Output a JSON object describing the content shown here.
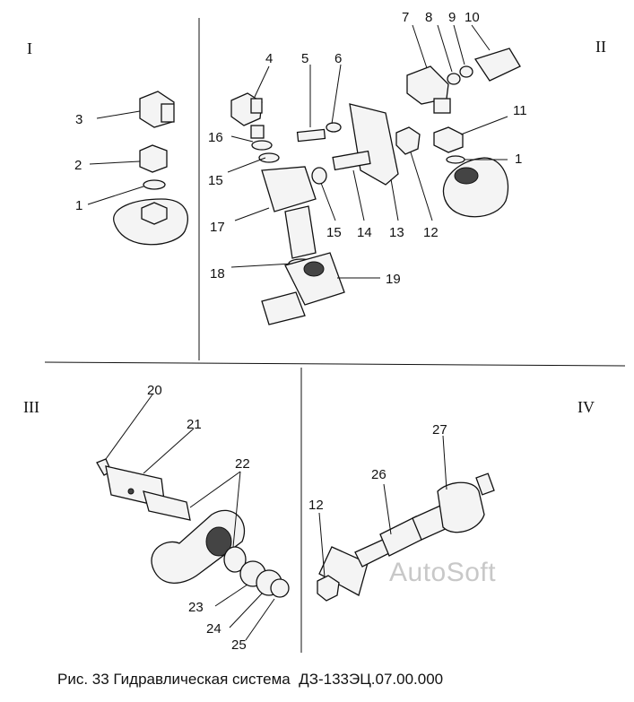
{
  "diagram": {
    "section_labels": [
      "I",
      "II",
      "III",
      "IV"
    ],
    "part_numbers": {
      "sec1": [
        "3",
        "2",
        "1"
      ],
      "sec_mid": [
        "4",
        "5",
        "6",
        "16",
        "15",
        "17",
        "18",
        "19",
        "15",
        "14",
        "13",
        "12"
      ],
      "sec2": [
        "7",
        "8",
        "9",
        "10",
        "11",
        "1"
      ],
      "sec3": [
        "20",
        "21",
        "22",
        "23",
        "24",
        "25"
      ],
      "sec4": [
        "12",
        "26",
        "27"
      ]
    },
    "caption": "Рис. 33 Гидравлическая система  ДЗ-133ЭЦ.07.00.000",
    "watermark": "AutoSoft"
  }
}
